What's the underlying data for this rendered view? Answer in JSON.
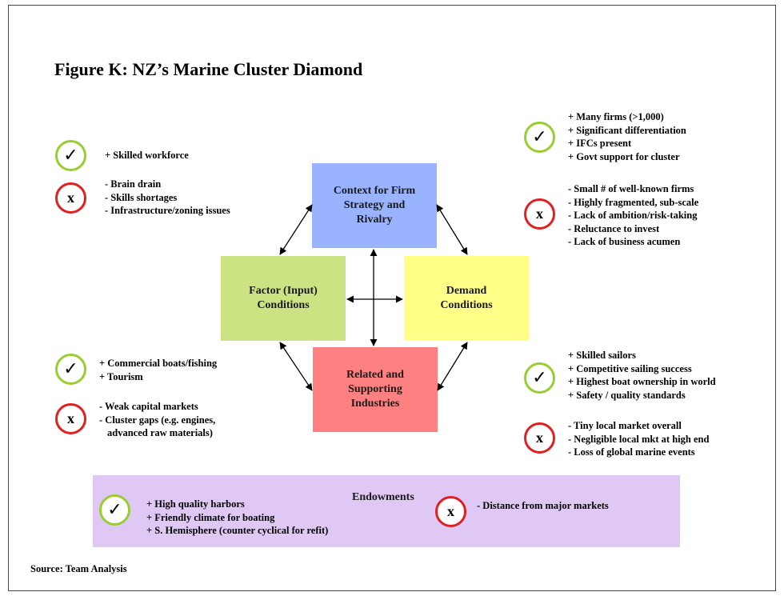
{
  "title": "Figure K: NZ’s Marine Cluster Diamond",
  "boxes": {
    "context": "Context for Firm\nStrategy and\nRivalry",
    "factor": "Factor (Input)\nConditions",
    "demand": "Demand\nConditions",
    "related": "Related and\nSupporting\nIndustries"
  },
  "notes": {
    "factor_pos": [
      "+ Skilled workforce"
    ],
    "factor_neg": [
      "- Brain drain",
      "- Skills shortages",
      "- Infrastructure/zoning issues"
    ],
    "context_pos": [
      "+ Many firms (>1,000)",
      "+ Significant differentiation",
      "+ IFCs present",
      "+ Govt support for cluster"
    ],
    "context_neg": [
      "- Small # of well-known firms",
      "- Highly fragmented, sub-scale",
      "- Lack of ambition/risk-taking",
      "- Reluctance to invest",
      "- Lack of business acumen"
    ],
    "related_pos": [
      "+ Commercial boats/fishing",
      "+ Tourism"
    ],
    "related_neg": [
      "- Weak capital markets",
      "- Cluster gaps (e.g. engines,",
      "advanced raw materials)"
    ],
    "demand_pos": [
      "+ Skilled sailors",
      "+ Competitive sailing success",
      "+ Highest boat ownership in world",
      "+ Safety / quality standards"
    ],
    "demand_neg": [
      "- Tiny local market overall",
      "- Negligible local mkt at high end",
      "- Loss of global marine events"
    ]
  },
  "endowments": {
    "label": "Endowments",
    "pos": [
      "+ High quality harbors",
      "+ Friendly climate for boating",
      "+ S. Hemisphere (counter cyclical for refit)"
    ],
    "neg": [
      "- Distance from major markets"
    ]
  },
  "icons": {
    "check": "✓",
    "cross": "x"
  },
  "colors": {
    "context": "#99B3FF",
    "factor": "#CCE383",
    "demand": "#FFFF88",
    "related": "#FF8080",
    "endowments": "#E0C8F5",
    "check_ring": "#9ACD32",
    "cross_ring": "#E02020"
  },
  "source": "Source: Team Analysis"
}
